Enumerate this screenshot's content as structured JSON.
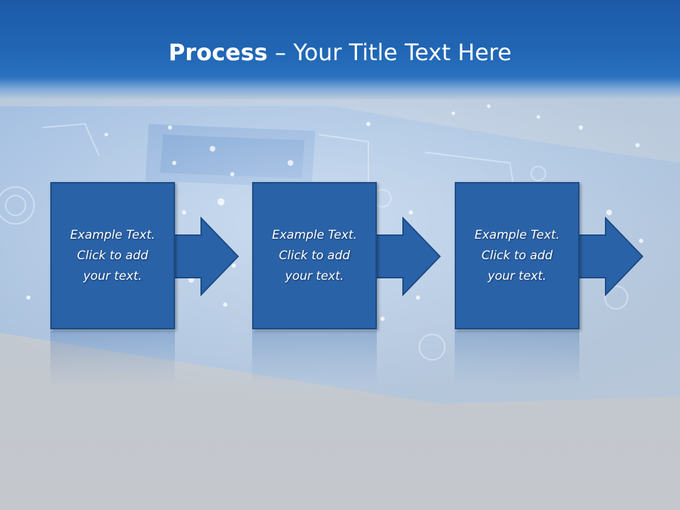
{
  "slide": {
    "title_strong": "Process",
    "title_rest": " – Your Title Text Here"
  },
  "steps": [
    {
      "line1": "Example Text.",
      "line2": "Click  to add",
      "line3": "your text."
    },
    {
      "line1": "Example Text.",
      "line2": "Click  to add",
      "line3": "your text."
    },
    {
      "line1": "Example Text.",
      "line2": "Click  to add",
      "line3": "your text."
    }
  ],
  "colors": {
    "title_band": "#2167b5",
    "box_fill": "#2a62a8",
    "box_border": "#1b4b86",
    "text": "#ffffff"
  }
}
